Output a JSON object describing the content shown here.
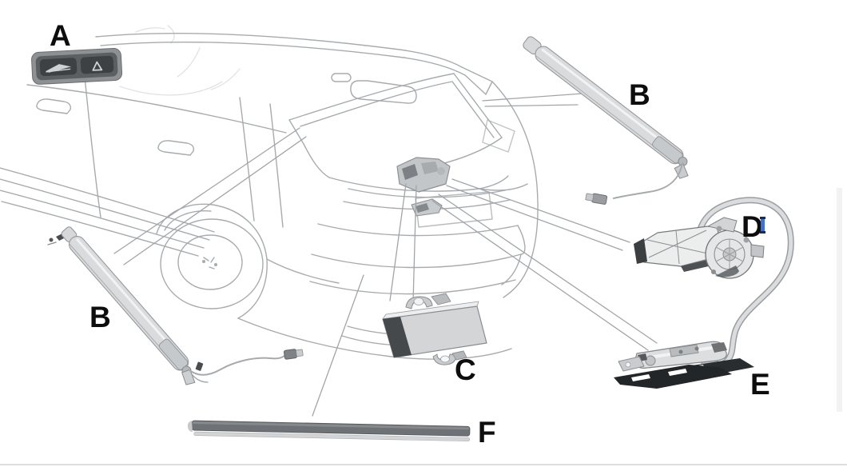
{
  "diagram": {
    "kind": "exploded-parts-diagram",
    "background_color": "#ffffff",
    "sketch_line_color": "#a8abae",
    "leader_line_color": "#a2a5a8",
    "label_color": "#0d0d0d",
    "artifact_accent_color": "#3a72d6",
    "labels": {
      "a": "A",
      "b_right": "B",
      "b_left": "B",
      "c": "C",
      "d": "D",
      "e": "E",
      "f": "F"
    }
  }
}
